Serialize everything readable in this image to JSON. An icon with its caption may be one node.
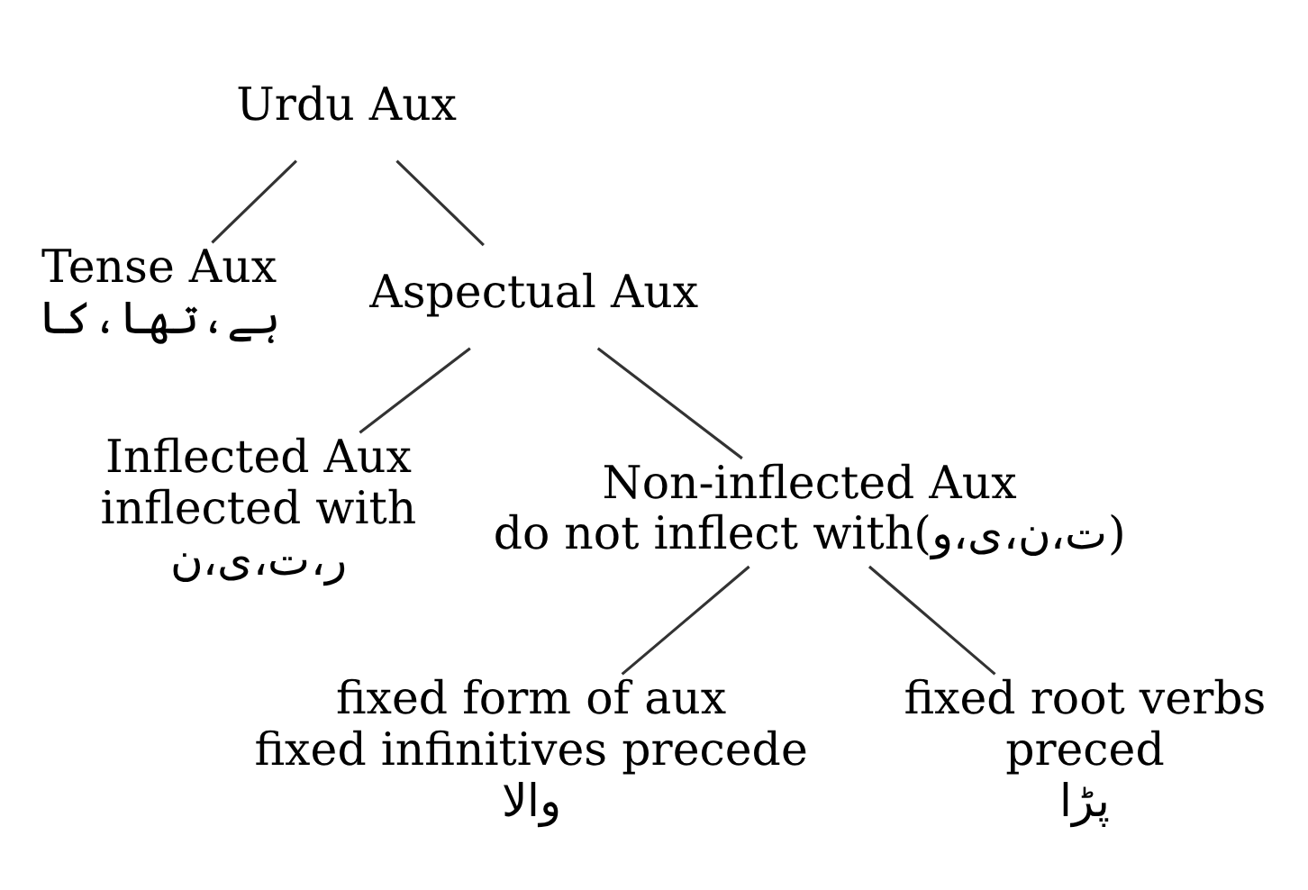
{
  "diagram": {
    "nodes": [
      {
        "text": [
          "Urdu Aux"
        ]
      },
      {
        "text": [
          "Tense Aux",
          "ہے،تھا،کا"
        ]
      },
      {
        "text": [
          "Aspectual Aux"
        ]
      },
      {
        "text": [
          "Inflected Aux",
          "inflected with",
          "ر،ت،ی،ن"
        ]
      },
      {
        "text": [
          "Non-inflected Aux",
          "do not inflect with(ت،ن،ی،و)"
        ]
      },
      {
        "text": [
          "fixed form of aux",
          "fixed infinitives precede",
          "والا"
        ]
      },
      {
        "text": [
          "fixed root verbs",
          "preced",
          "پڑا"
        ]
      }
    ],
    "edges": [
      {
        "from": 0,
        "to": 1,
        "arrow": "none"
      },
      {
        "from": 0,
        "to": 2,
        "arrow": "none"
      },
      {
        "from": 2,
        "to": 3,
        "arrow": "none"
      },
      {
        "from": 2,
        "to": 4,
        "arrow": "none"
      },
      {
        "from": 4,
        "to": 5,
        "arrow": "none"
      },
      {
        "from": 4,
        "to": 6,
        "arrow": "none"
      }
    ]
  }
}
